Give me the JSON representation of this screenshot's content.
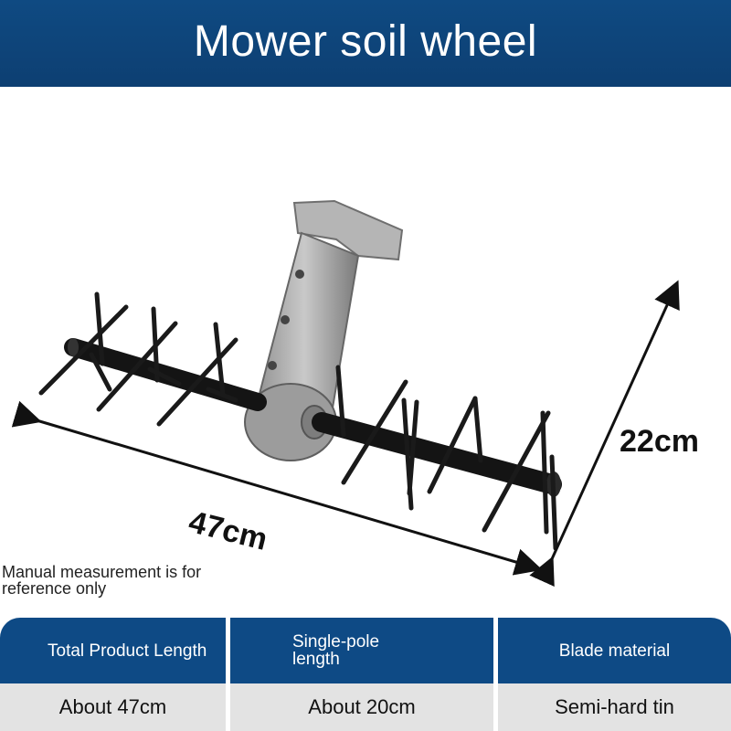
{
  "header": {
    "title": "Mower soil wheel"
  },
  "dimensions": {
    "length_label": "47cm",
    "height_label": "22cm"
  },
  "note": "Manual measurement is for reference only",
  "specs": [
    {
      "label": "Total Product Length",
      "value": "About 47cm"
    },
    {
      "label": "Single-pole length",
      "value": "About 20cm"
    },
    {
      "label": "Blade material",
      "value": "Semi-hard tin"
    }
  ],
  "colors": {
    "brand_blue": "#0e4a85",
    "value_gray": "#e3e3e3"
  }
}
